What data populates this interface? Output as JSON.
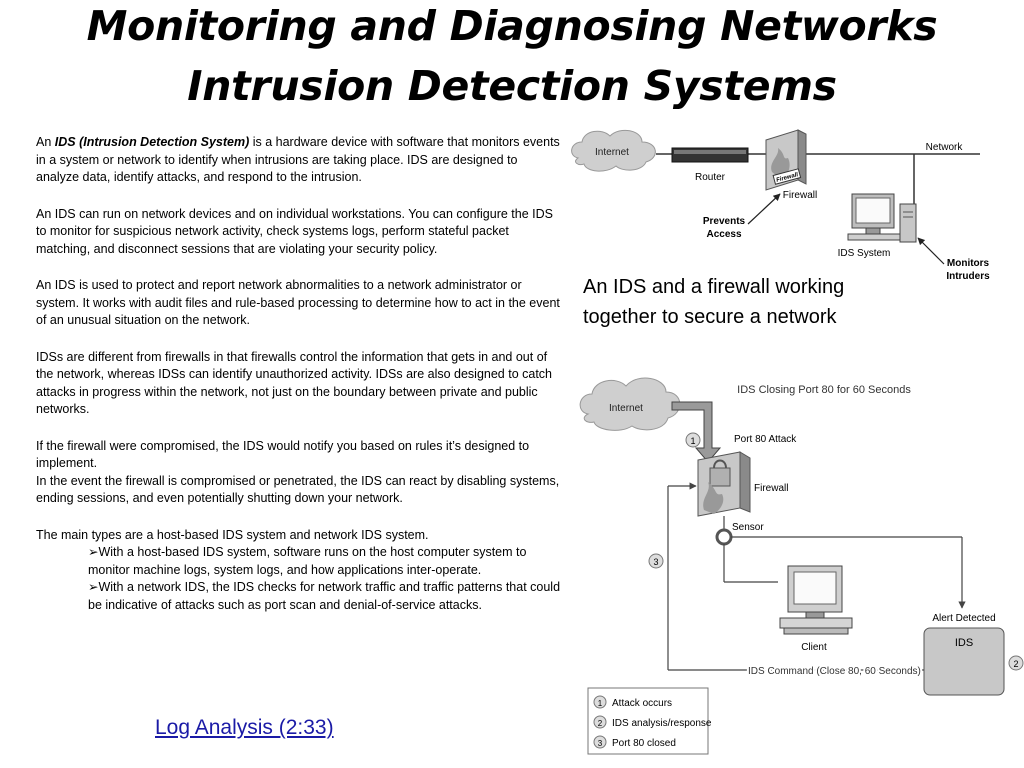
{
  "slide": {
    "title_line1": "Monitoring and Diagnosing Networks",
    "title_line2": "Intrusion Detection Systems"
  },
  "body": {
    "p1_prefix": "An ",
    "p1_term": "IDS (Intrusion Detection System)",
    "p1_suffix": " is a hardware device with software that monitors events in a system or network to identify when intrusions are taking place. IDS are designed to analyze data, identify attacks, and respond to the intrusion.",
    "p2": "An IDS can run on network devices and on individual workstations. You can configure the IDS to monitor for suspicious network activity, check systems logs, perform stateful packet matching, and disconnect sessions that are violating your security policy.",
    "p3": "An IDS is used to protect and report network abnormalities to a network administrator or system. It works with audit files and rule-based processing to determine how to act in the event of an unusual situation on the network.",
    "p4": "IDSs are different from firewalls in that firewalls control the information that gets in and out of the network, whereas IDSs can identify unauthorized activity. IDSs are also designed to catch attacks in progress within the network, not just on the boundary between private and public networks.",
    "p5": "If the firewall were compromised, the IDS would notify you based on rules it’s designed to implement.",
    "p6": "In the event the firewall is compromised or penetrated, the IDS can react by disabling systems, ending sessions, and even potentially shutting down your network.",
    "p7": "The main types are a host-based IDS system and network IDS system.",
    "bullet1": "With a host-based IDS system, software runs on the host computer system to monitor machine logs, system logs, and how applications inter-operate.",
    "bullet2": "With a network IDS, the IDS checks for network traffic and traffic patterns that could be indicative of attacks such as port scan and denial-of-service attacks.",
    "bullet_glyph": "➢"
  },
  "link": {
    "label": "Log Analysis (2:33)",
    "color": "#1a1aa6"
  },
  "caption": "An IDS and a firewall working together to secure a network",
  "diagram1": {
    "internet": "Internet",
    "router": "Router",
    "firewall": "Firewall",
    "firewall_badge": "Firewall",
    "network": "Network",
    "prevents": "Prevents",
    "access": "Access",
    "ids_system": "IDS System",
    "monitors": "Monitors",
    "intruders": "Intruders"
  },
  "diagram2": {
    "title": "IDS Closing Port 80 for 60 Seconds",
    "internet": "Internet",
    "n1": "1",
    "n2": "2",
    "n3": "3",
    "port80attack": "Port 80 Attack",
    "firewall": "Firewall",
    "sensor": "Sensor",
    "client": "Client",
    "alert": "Alert Detected",
    "ids": "IDS",
    "command": "IDS Command (Close 80, 60 Seconds)",
    "legend": [
      {
        "num": "1",
        "label": "Attack occurs"
      },
      {
        "num": "2",
        "label": "IDS analysis/response"
      },
      {
        "num": "3",
        "label": "Port 80 closed"
      }
    ]
  }
}
